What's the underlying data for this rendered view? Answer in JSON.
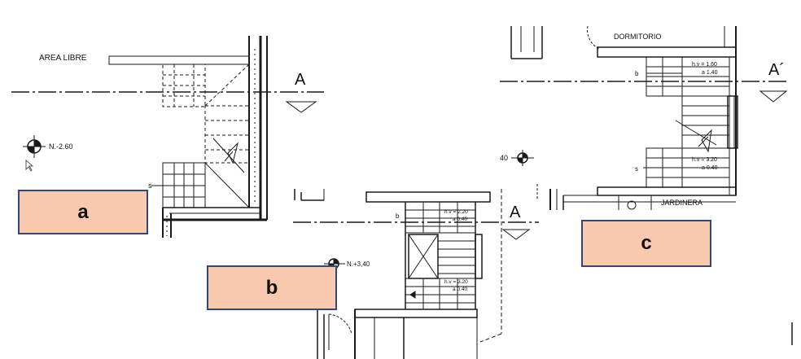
{
  "colors": {
    "line": "#1a1a1a",
    "label_fill": "#f8c9ae",
    "label_border": "#2f4a7a"
  },
  "plan_a": {
    "area_libre": "AREA LIBRE",
    "section_mark": "A",
    "level": "N.-2.60",
    "stair_s": "s"
  },
  "plan_b": {
    "section_mark": "A",
    "level": "N.+3,40",
    "stair_b": "b",
    "hv_top_1": "h.v = 2.20",
    "hv_top_2": "a 0.40",
    "hv_bot_1": "h.v = 3.20",
    "hv_bot_2": "a 0.40"
  },
  "plan_c": {
    "section_mark": "A´",
    "room_top": "DORMITORIO",
    "room_bottom": "JARDINERA",
    "level": "40",
    "stair_b": "b",
    "stair_s": "s",
    "hv_top_1": "h.v = 1.60",
    "hv_top_2": "a 1.40",
    "hv_bot_1": "h.v = 3.20",
    "hv_bot_2": "a 0.40"
  },
  "labels": {
    "a": "a",
    "b": "b",
    "c": "c"
  }
}
